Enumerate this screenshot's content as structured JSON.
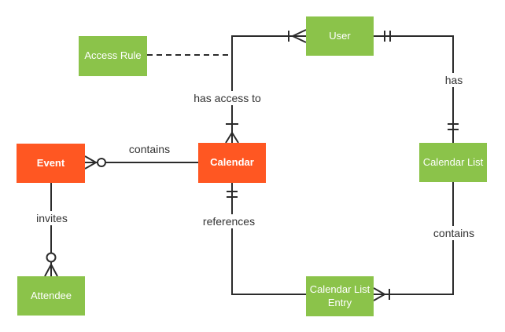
{
  "canvas": {
    "background": "#ffffff",
    "line_color": "#2b2b2b",
    "green": "#8bc34a",
    "orange": "#ff5722",
    "entity_text_color": "#ffffff",
    "label_text_color": "#333333"
  },
  "entities": {
    "access_rule": {
      "label": "Access Rule",
      "color": "#8bc34a"
    },
    "user": {
      "label": "User",
      "color": "#8bc34a"
    },
    "event": {
      "label": "Event",
      "color": "#ff5722"
    },
    "calendar": {
      "label": "Calendar",
      "color": "#ff5722"
    },
    "calendar_list": {
      "label": "Calendar List",
      "color": "#8bc34a"
    },
    "calendar_list_entry": {
      "label": "Calendar List Entry",
      "color": "#8bc34a"
    },
    "attendee": {
      "label": "Attendee",
      "color": "#8bc34a"
    }
  },
  "relationships": {
    "has_access_to": {
      "label": "has access to",
      "from": "Calendar",
      "to": "User",
      "from_cardinality": "one-or-many",
      "to_cardinality": "one-or-many",
      "attached_entity": "Access Rule",
      "attachment_style": "dashed"
    },
    "has": {
      "label": "has",
      "from": "User",
      "to": "Calendar List",
      "from_cardinality": "exactly-one",
      "to_cardinality": "exactly-one"
    },
    "contains_event_calendar": {
      "label": "contains",
      "from": "Event",
      "to": "Calendar",
      "from_cardinality": "zero-or-many",
      "to_cardinality": "plain"
    },
    "invites": {
      "label": "invites",
      "from": "Event",
      "to": "Attendee",
      "from_cardinality": "plain",
      "to_cardinality": "zero-or-many"
    },
    "references": {
      "label": "references",
      "from": "Calendar",
      "to": "Calendar List Entry",
      "from_cardinality": "exactly-one",
      "to_cardinality": "plain"
    },
    "contains_list_entry": {
      "label": "contains",
      "from": "Calendar List",
      "to": "Calendar List Entry",
      "from_cardinality": "plain",
      "to_cardinality": "one-or-many"
    }
  }
}
